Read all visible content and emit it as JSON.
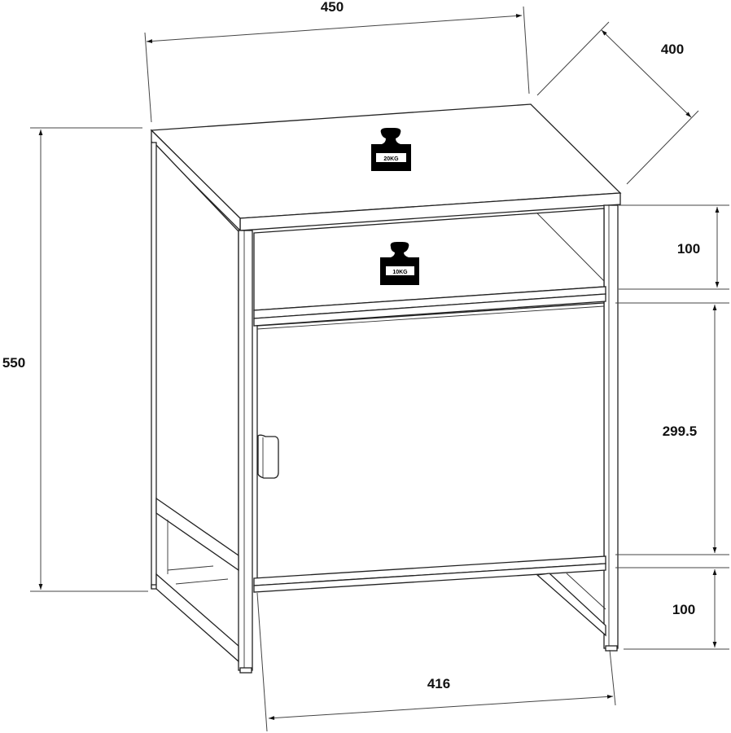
{
  "drawing": {
    "subject": "bedside cabinet with open shelf, door and metal frame",
    "dimensions": {
      "width_top": "450",
      "depth": "400",
      "height_total": "550",
      "shelf_opening": "100",
      "door_height": "299.5",
      "leg_clearance": "100",
      "base_width": "416"
    },
    "load_labels": {
      "top_load": "20KG",
      "shelf_load": "10KG"
    },
    "colors": {
      "line": "#222222",
      "background": "#ffffff",
      "weight_icon": "#000000"
    }
  }
}
